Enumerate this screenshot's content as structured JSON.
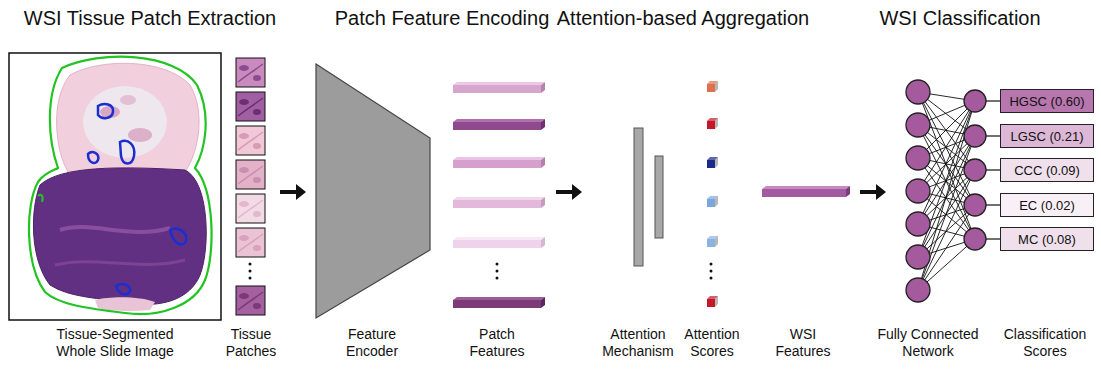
{
  "diagram": {
    "nodes": [
      {
        "text": [
          "HGSC (0.60)"
        ]
      },
      {
        "text": [
          "LGSC (0.21)"
        ]
      },
      {
        "text": [
          "CCC (0.09)"
        ]
      },
      {
        "text": [
          "EC (0.02)"
        ]
      },
      {
        "text": [
          "MC (0.08)"
        ]
      }
    ],
    "labels": [
      "WSI Tissue Patch Extraction",
      "Patch Feature Encoding",
      "Attention-based Aggregation",
      "WSI Classification",
      "Tissue-Segmented Whole Slide Image",
      "Tissue Patches",
      "Feature Encoder",
      "Patch Features",
      "Attention Mechanism",
      "Attention Scores",
      "WSI Features",
      "Fully Connected Network",
      "Classification Scores"
    ]
  }
}
